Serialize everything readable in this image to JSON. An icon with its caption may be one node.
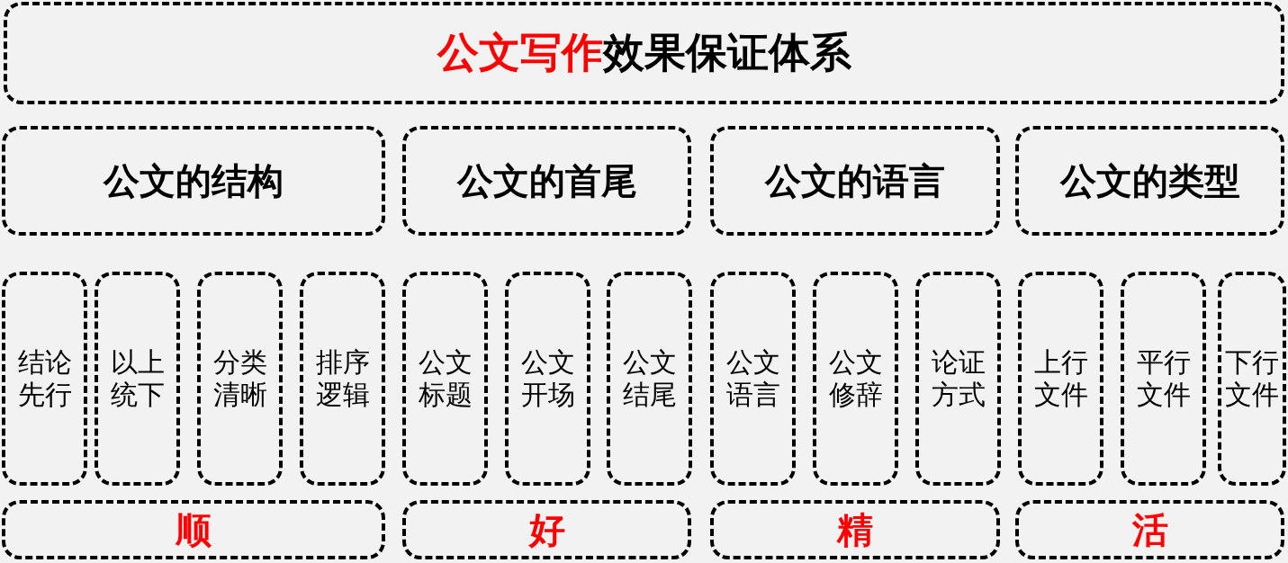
{
  "diagram": {
    "title": "**公文写作**效果保证体系",
    "nodes": [
      {
        "text": [
          "公文的结构"
        ]
      },
      {
        "text": [
          "公文的首尾"
        ]
      },
      {
        "text": [
          "公文的语言"
        ]
      },
      {
        "text": [
          "公文的类型"
        ]
      },
      {
        "text": [
          "结论先行"
        ]
      },
      {
        "text": [
          "以上统下"
        ]
      },
      {
        "text": [
          "分类清晰"
        ]
      },
      {
        "text": [
          "排序逻辑"
        ]
      },
      {
        "text": [
          "公文标题"
        ]
      },
      {
        "text": [
          "公文开场"
        ]
      },
      {
        "text": [
          "公文结尾"
        ]
      },
      {
        "text": [
          "公文语言"
        ]
      },
      {
        "text": [
          "公文修辞"
        ]
      },
      {
        "text": [
          "论证方式"
        ]
      },
      {
        "text": [
          "上行文件"
        ]
      },
      {
        "text": [
          "平行文件"
        ]
      },
      {
        "text": [
          "下行文件"
        ]
      },
      {
        "text": [
          "顺"
        ]
      },
      {
        "text": [
          "好"
        ]
      },
      {
        "text": [
          "精"
        ]
      },
      {
        "text": [
          "活"
        ]
      }
    ]
  }
}
